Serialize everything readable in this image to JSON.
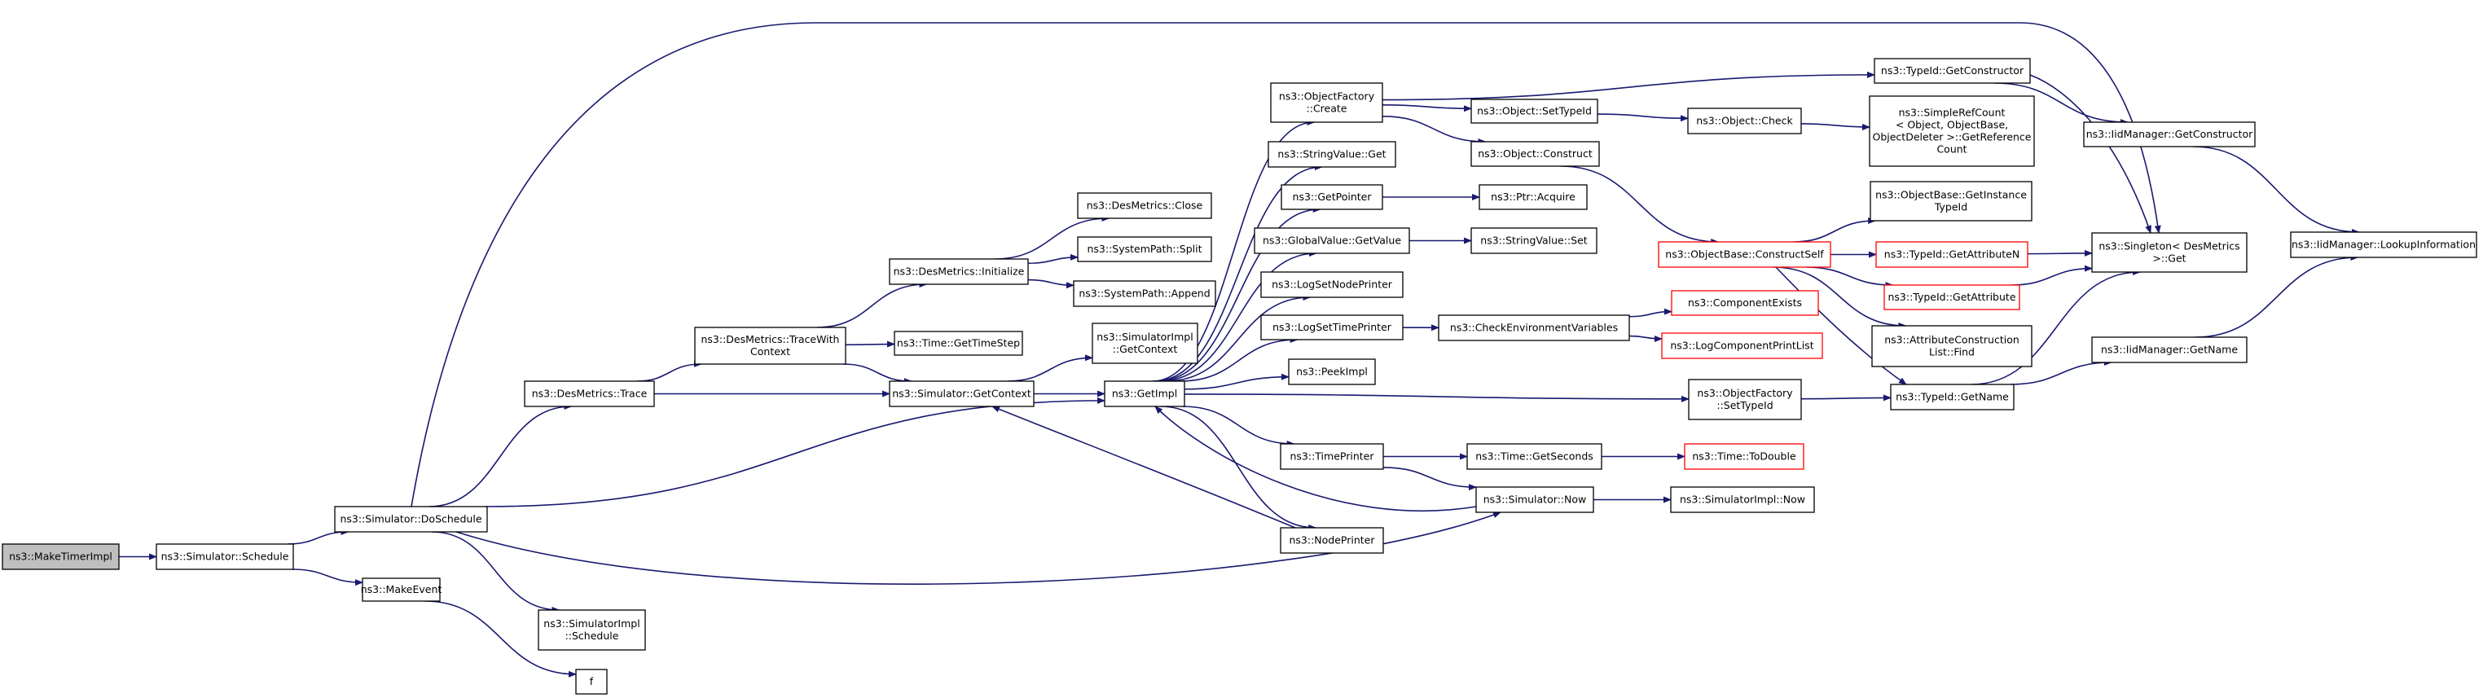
{
  "diagram": {
    "title": "",
    "edge_color": "#191970",
    "root_fill": "#bfbfbf",
    "truncated_border": "#ff0000",
    "nodes": [
      {
        "id": "maketimerimpl",
        "lines": [
          "ns3::MakeTimerImpl"
        ],
        "style": "root"
      },
      {
        "id": "sim_schedule",
        "lines": [
          "ns3::Simulator::Schedule"
        ],
        "style": "normal"
      },
      {
        "id": "sim_doschedule",
        "lines": [
          "ns3::Simulator::DoSchedule"
        ],
        "style": "normal"
      },
      {
        "id": "makeevent",
        "lines": [
          "ns3::MakeEvent"
        ],
        "style": "normal"
      },
      {
        "id": "desmetrics_trace",
        "lines": [
          "ns3::DesMetrics::Trace"
        ],
        "style": "normal"
      },
      {
        "id": "simimpl_schedule",
        "lines": [
          "ns3::SimulatorImpl",
          "::Schedule"
        ],
        "style": "normal"
      },
      {
        "id": "f",
        "lines": [
          "f"
        ],
        "style": "normal"
      },
      {
        "id": "tracewithcontext",
        "lines": [
          "ns3::DesMetrics::TraceWith",
          "Context"
        ],
        "style": "normal"
      },
      {
        "id": "desmetrics_init",
        "lines": [
          "ns3::DesMetrics::Initialize"
        ],
        "style": "normal"
      },
      {
        "id": "time_gettimestep",
        "lines": [
          "ns3::Time::GetTimeStep"
        ],
        "style": "normal"
      },
      {
        "id": "sim_getcontext",
        "lines": [
          "ns3::Simulator::GetContext"
        ],
        "style": "normal"
      },
      {
        "id": "desmetrics_close",
        "lines": [
          "ns3::DesMetrics::Close"
        ],
        "style": "normal"
      },
      {
        "id": "systempath_split",
        "lines": [
          "ns3::SystemPath::Split"
        ],
        "style": "normal"
      },
      {
        "id": "systempath_append",
        "lines": [
          "ns3::SystemPath::Append"
        ],
        "style": "normal"
      },
      {
        "id": "simimpl_getcontext",
        "lines": [
          "ns3::SimulatorImpl",
          "::GetContext"
        ],
        "style": "normal"
      },
      {
        "id": "getimpl",
        "lines": [
          "ns3::GetImpl"
        ],
        "style": "normal"
      },
      {
        "id": "objfactory_create",
        "lines": [
          "ns3::ObjectFactory",
          "::Create"
        ],
        "style": "normal"
      },
      {
        "id": "stringvalue_get",
        "lines": [
          "ns3::StringValue::Get"
        ],
        "style": "normal"
      },
      {
        "id": "getpointer",
        "lines": [
          "ns3::GetPointer"
        ],
        "style": "normal"
      },
      {
        "id": "globalvalue_getvalue",
        "lines": [
          "ns3::GlobalValue::GetValue"
        ],
        "style": "normal"
      },
      {
        "id": "logsetnodeprinter",
        "lines": [
          "ns3::LogSetNodePrinter"
        ],
        "style": "normal"
      },
      {
        "id": "logsettimeprinter",
        "lines": [
          "ns3::LogSetTimePrinter"
        ],
        "style": "normal"
      },
      {
        "id": "peekimpl",
        "lines": [
          "ns3::PeekImpl"
        ],
        "style": "normal"
      },
      {
        "id": "timeprinter",
        "lines": [
          "ns3::TimePrinter"
        ],
        "style": "normal"
      },
      {
        "id": "nodeprinter",
        "lines": [
          "ns3::NodePrinter"
        ],
        "style": "normal"
      },
      {
        "id": "typeid_getconstructor",
        "lines": [
          "ns3::TypeId::GetConstructor"
        ],
        "style": "normal"
      },
      {
        "id": "object_settypeid",
        "lines": [
          "ns3::Object::SetTypeId"
        ],
        "style": "normal"
      },
      {
        "id": "object_construct",
        "lines": [
          "ns3::Object::Construct"
        ],
        "style": "normal"
      },
      {
        "id": "ptr_acquire",
        "lines": [
          "ns3::Ptr::Acquire"
        ],
        "style": "normal"
      },
      {
        "id": "stringvalue_set",
        "lines": [
          "ns3::StringValue::Set"
        ],
        "style": "normal"
      },
      {
        "id": "checkenvvars",
        "lines": [
          "ns3::CheckEnvironmentVariables"
        ],
        "style": "normal"
      },
      {
        "id": "time_getseconds",
        "lines": [
          "ns3::Time::GetSeconds"
        ],
        "style": "normal"
      },
      {
        "id": "sim_now",
        "lines": [
          "ns3::Simulator::Now"
        ],
        "style": "normal"
      },
      {
        "id": "object_check",
        "lines": [
          "ns3::Object::Check"
        ],
        "style": "normal"
      },
      {
        "id": "simplerefcount",
        "lines": [
          "ns3::SimpleRefCount",
          "< Object, ObjectBase,",
          "ObjectDeleter >::GetReference",
          "Count"
        ],
        "style": "normal"
      },
      {
        "id": "objectbase_constructself",
        "lines": [
          "ns3::ObjectBase::ConstructSelf"
        ],
        "style": "truncated"
      },
      {
        "id": "componentexists",
        "lines": [
          "ns3::ComponentExists"
        ],
        "style": "truncated"
      },
      {
        "id": "logcomponentprintlist",
        "lines": [
          "ns3::LogComponentPrintList"
        ],
        "style": "truncated"
      },
      {
        "id": "objfactory_settypeid",
        "lines": [
          "ns3::ObjectFactory",
          "::SetTypeId"
        ],
        "style": "normal"
      },
      {
        "id": "time_todouble",
        "lines": [
          "ns3::Time::ToDouble"
        ],
        "style": "truncated"
      },
      {
        "id": "simimpl_now",
        "lines": [
          "ns3::SimulatorImpl::Now"
        ],
        "style": "normal"
      },
      {
        "id": "objectbase_getinstancetypeid",
        "lines": [
          "ns3::ObjectBase::GetInstance",
          "TypeId"
        ],
        "style": "normal"
      },
      {
        "id": "typeid_getattributen",
        "lines": [
          "ns3::TypeId::GetAttributeN"
        ],
        "style": "truncated"
      },
      {
        "id": "typeid_getattribute",
        "lines": [
          "ns3::TypeId::GetAttribute"
        ],
        "style": "truncated"
      },
      {
        "id": "attrconstructionlist_find",
        "lines": [
          "ns3::AttributeConstruction",
          "List::Find"
        ],
        "style": "normal"
      },
      {
        "id": "typeid_getname",
        "lines": [
          "ns3::TypeId::GetName"
        ],
        "style": "normal"
      },
      {
        "id": "iidmanager_getconstructor",
        "lines": [
          "ns3::IidManager::GetConstructor"
        ],
        "style": "normal"
      },
      {
        "id": "singleton_get",
        "lines": [
          "ns3::Singleton< DesMetrics",
          " >::Get"
        ],
        "style": "normal"
      },
      {
        "id": "iidmanager_getname",
        "lines": [
          "ns3::IidManager::GetName"
        ],
        "style": "normal"
      },
      {
        "id": "iidmanager_lookupinformation",
        "lines": [
          "ns3::IidManager::LookupInformation"
        ],
        "style": "normal"
      }
    ],
    "edges": [
      [
        "maketimerimpl",
        "sim_schedule"
      ],
      [
        "sim_schedule",
        "sim_doschedule"
      ],
      [
        "sim_schedule",
        "makeevent"
      ],
      [
        "sim_doschedule",
        "desmetrics_trace"
      ],
      [
        "sim_doschedule",
        "singleton_get"
      ],
      [
        "sim_doschedule",
        "getimpl"
      ],
      [
        "sim_doschedule",
        "sim_now"
      ],
      [
        "sim_doschedule",
        "simimpl_schedule"
      ],
      [
        "makeevent",
        "f"
      ],
      [
        "desmetrics_trace",
        "tracewithcontext"
      ],
      [
        "desmetrics_trace",
        "sim_getcontext"
      ],
      [
        "tracewithcontext",
        "desmetrics_init"
      ],
      [
        "tracewithcontext",
        "time_gettimestep"
      ],
      [
        "tracewithcontext",
        "sim_getcontext"
      ],
      [
        "desmetrics_init",
        "desmetrics_close"
      ],
      [
        "desmetrics_init",
        "systempath_split"
      ],
      [
        "desmetrics_init",
        "systempath_append"
      ],
      [
        "sim_getcontext",
        "simimpl_getcontext"
      ],
      [
        "sim_getcontext",
        "getimpl"
      ],
      [
        "getimpl",
        "objfactory_create"
      ],
      [
        "getimpl",
        "stringvalue_get"
      ],
      [
        "getimpl",
        "getpointer"
      ],
      [
        "getimpl",
        "globalvalue_getvalue"
      ],
      [
        "getimpl",
        "logsetnodeprinter"
      ],
      [
        "getimpl",
        "logsettimeprinter"
      ],
      [
        "getimpl",
        "peekimpl"
      ],
      [
        "getimpl",
        "timeprinter"
      ],
      [
        "getimpl",
        "nodeprinter"
      ],
      [
        "getimpl",
        "objfactory_settypeid"
      ],
      [
        "objfactory_create",
        "typeid_getconstructor"
      ],
      [
        "objfactory_create",
        "object_settypeid"
      ],
      [
        "objfactory_create",
        "object_construct"
      ],
      [
        "getpointer",
        "ptr_acquire"
      ],
      [
        "globalvalue_getvalue",
        "stringvalue_set"
      ],
      [
        "logsettimeprinter",
        "checkenvvars"
      ],
      [
        "timeprinter",
        "time_getseconds"
      ],
      [
        "timeprinter",
        "sim_now"
      ],
      [
        "nodeprinter",
        "sim_getcontext"
      ],
      [
        "sim_now",
        "getimpl"
      ],
      [
        "sim_now",
        "simimpl_now"
      ],
      [
        "object_settypeid",
        "object_check"
      ],
      [
        "object_check",
        "simplerefcount"
      ],
      [
        "object_construct",
        "objectbase_constructself"
      ],
      [
        "checkenvvars",
        "componentexists"
      ],
      [
        "checkenvvars",
        "logcomponentprintlist"
      ],
      [
        "time_getseconds",
        "time_todouble"
      ],
      [
        "objfactory_settypeid",
        "typeid_getname"
      ],
      [
        "objectbase_constructself",
        "objectbase_getinstancetypeid"
      ],
      [
        "objectbase_constructself",
        "typeid_getattributen"
      ],
      [
        "objectbase_constructself",
        "typeid_getattribute"
      ],
      [
        "objectbase_constructself",
        "attrconstructionlist_find"
      ],
      [
        "objectbase_constructself",
        "typeid_getname"
      ],
      [
        "typeid_getconstructor",
        "iidmanager_getconstructor"
      ],
      [
        "typeid_getconstructor",
        "singleton_get"
      ],
      [
        "typeid_getattributen",
        "singleton_get"
      ],
      [
        "typeid_getattribute",
        "singleton_get"
      ],
      [
        "typeid_getname",
        "singleton_get"
      ],
      [
        "typeid_getname",
        "iidmanager_getname"
      ],
      [
        "iidmanager_getconstructor",
        "iidmanager_lookupinformation"
      ],
      [
        "iidmanager_getname",
        "iidmanager_lookupinformation"
      ]
    ]
  }
}
